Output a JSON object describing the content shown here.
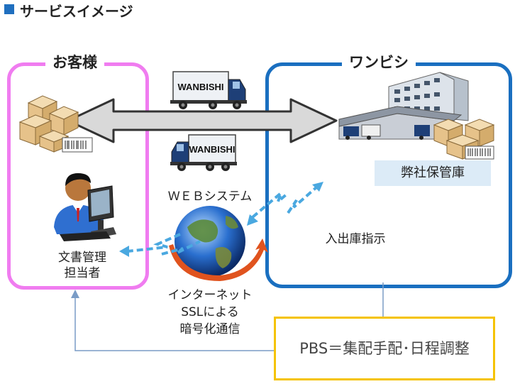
{
  "title": "サービスイメージ",
  "customer": {
    "label": "お客様",
    "person_label_line1": "文書管理",
    "person_label_line2": "担当者"
  },
  "wanbishi": {
    "label": "ワンビシ",
    "storage_label": "弊社保管庫",
    "instruction_label": "入出庫指示"
  },
  "trucks": [
    {
      "text": "WANBISHI"
    },
    {
      "text": "WANBISHI"
    }
  ],
  "web_system_label": "ＷＥＢシステム",
  "internet": {
    "line1": "インターネット",
    "line2": "SSLによる",
    "line3": "暗号化通信"
  },
  "pbs_label": "PBS＝集配手配･日程調整",
  "colors": {
    "customer_border": "#f07cf0",
    "wanbishi_border": "#1a6fc0",
    "pbs_border": "#f5c300",
    "storage_fill": "#dcebf7",
    "dashed_arrow": "#4aa8e0",
    "title_square": "#1f6fbf"
  }
}
